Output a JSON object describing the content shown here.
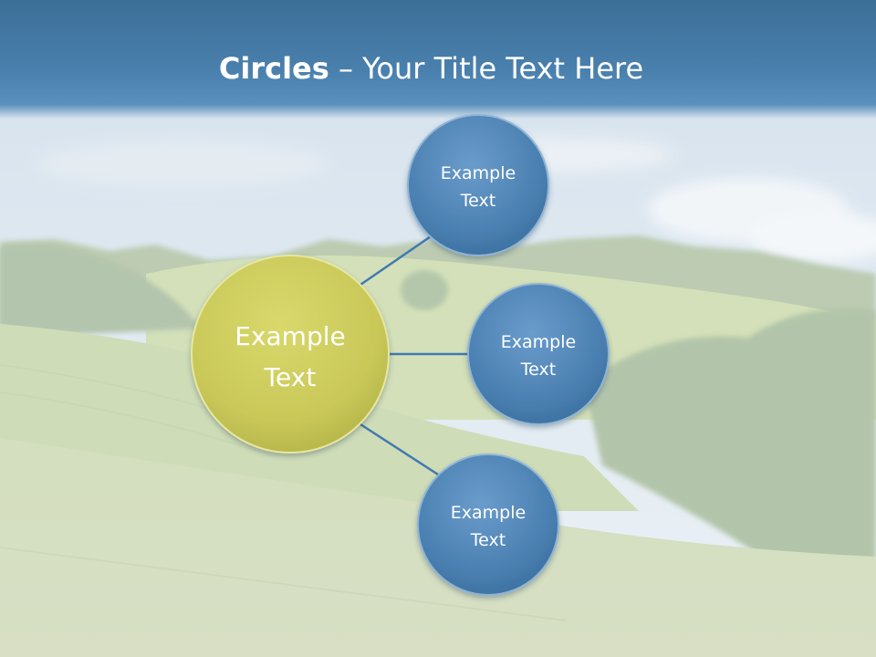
{
  "slide": {
    "title_bold": "Circles",
    "title_rest": " – Your Title Text Here"
  },
  "diagram": {
    "center": {
      "line1": "Example",
      "line2": "Text",
      "color": "#c9c95a"
    },
    "satellites": [
      {
        "line1": "Example",
        "line2": "Text"
      },
      {
        "line1": "Example",
        "line2": "Text"
      },
      {
        "line1": "Example",
        "line2": "Text"
      }
    ],
    "satellite_color": "#4f86b6",
    "connector_color": "#3f7ab0"
  }
}
